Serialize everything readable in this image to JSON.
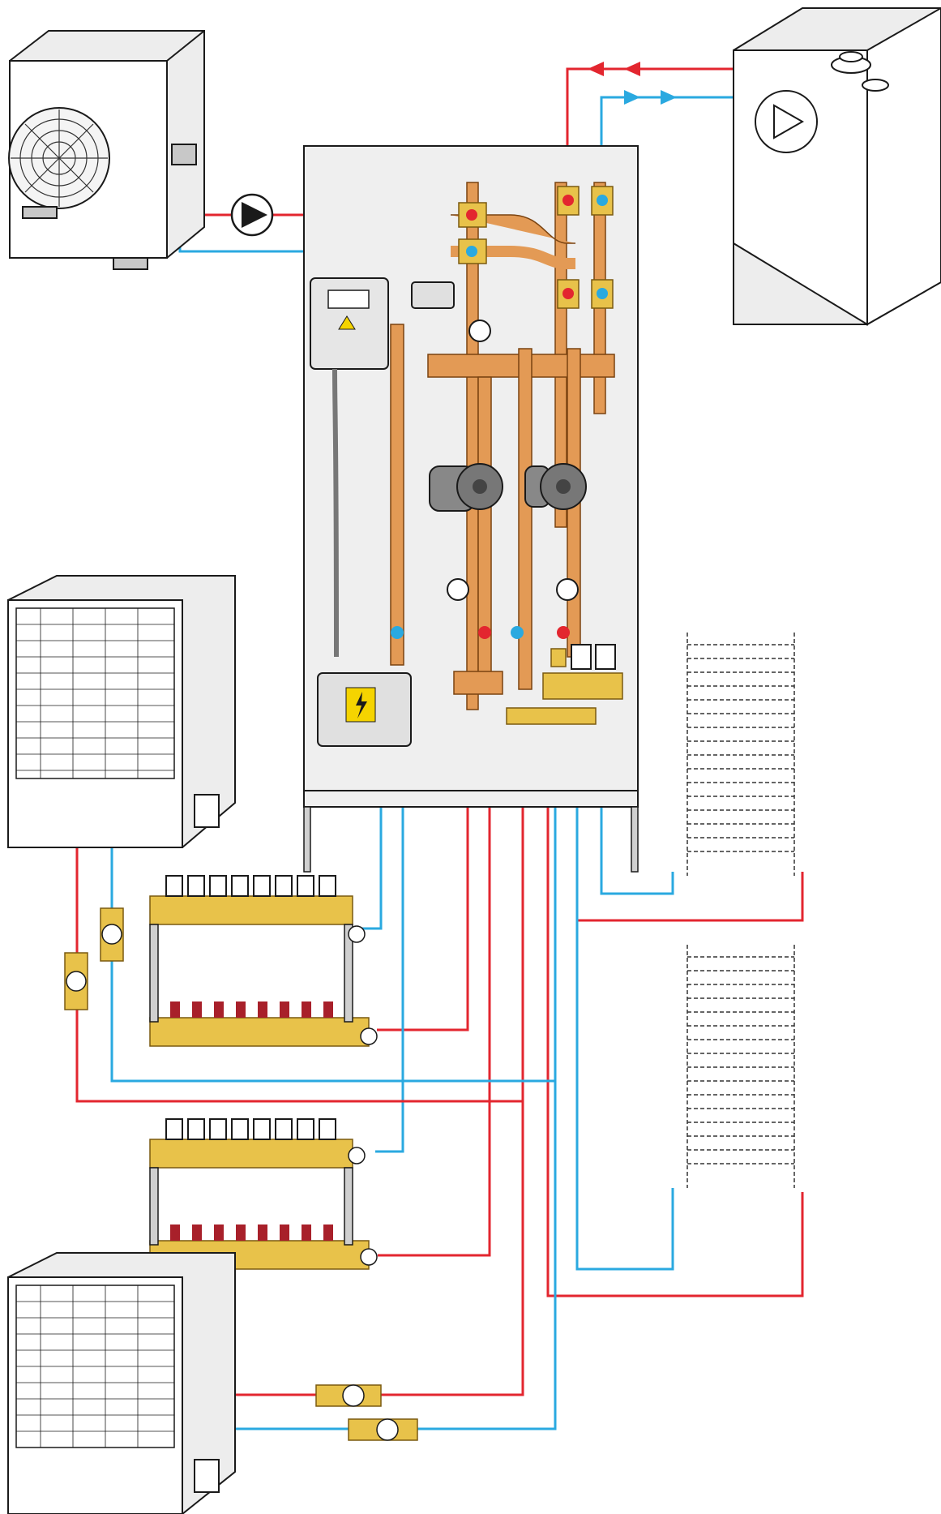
{
  "colors": {
    "supply": "#e3262f",
    "return": "#2aa9e0",
    "copper": "#e39a55",
    "brass": "#e8c24a",
    "warning": "#f5d400"
  },
  "icons": {
    "circulator": "circulator-pump-icon",
    "warning": "warning-triangle-icon",
    "electric": "lightning-bolt-icon"
  },
  "diagram": {
    "components": [
      "outdoor-unit",
      "boiler",
      "hydraulic-station",
      "fan-coil-1",
      "fan-coil-2",
      "towel-radiator-1",
      "towel-radiator-2",
      "floor-manifold-1",
      "floor-manifold-2"
    ]
  }
}
